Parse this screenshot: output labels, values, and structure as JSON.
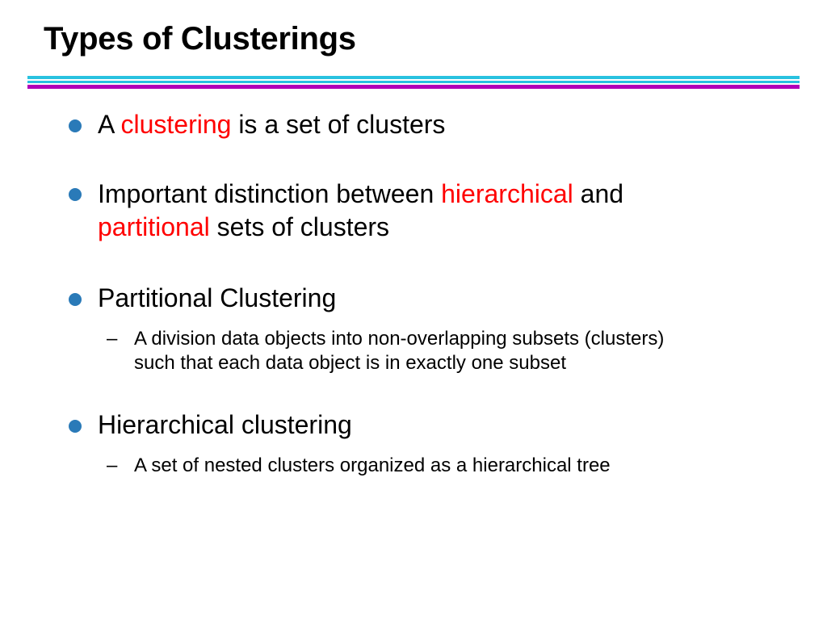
{
  "slide": {
    "title": "Types of Clusterings",
    "colors": {
      "accent_cyan": "#29c2e0",
      "accent_purple": "#b000b8",
      "bullet": "#2a7ab8",
      "highlight": "#ff0000"
    },
    "bullets": [
      {
        "parts": [
          "A ",
          "clustering",
          " is a set of clusters"
        ]
      },
      {
        "line1": [
          "Important distinction between ",
          "hierarchical",
          " and"
        ],
        "line2": [
          "partitional",
          " sets of clusters"
        ]
      },
      {
        "text": "Partitional Clustering",
        "sub": {
          "dash": "–",
          "line1": "A division data objects into non-overlapping subsets (clusters)",
          "line2": "such that each data object is in exactly one subset"
        }
      },
      {
        "text": "Hierarchical clustering",
        "sub": {
          "dash": "–",
          "line1": "A set of nested clusters organized as a hierarchical tree"
        }
      }
    ]
  }
}
